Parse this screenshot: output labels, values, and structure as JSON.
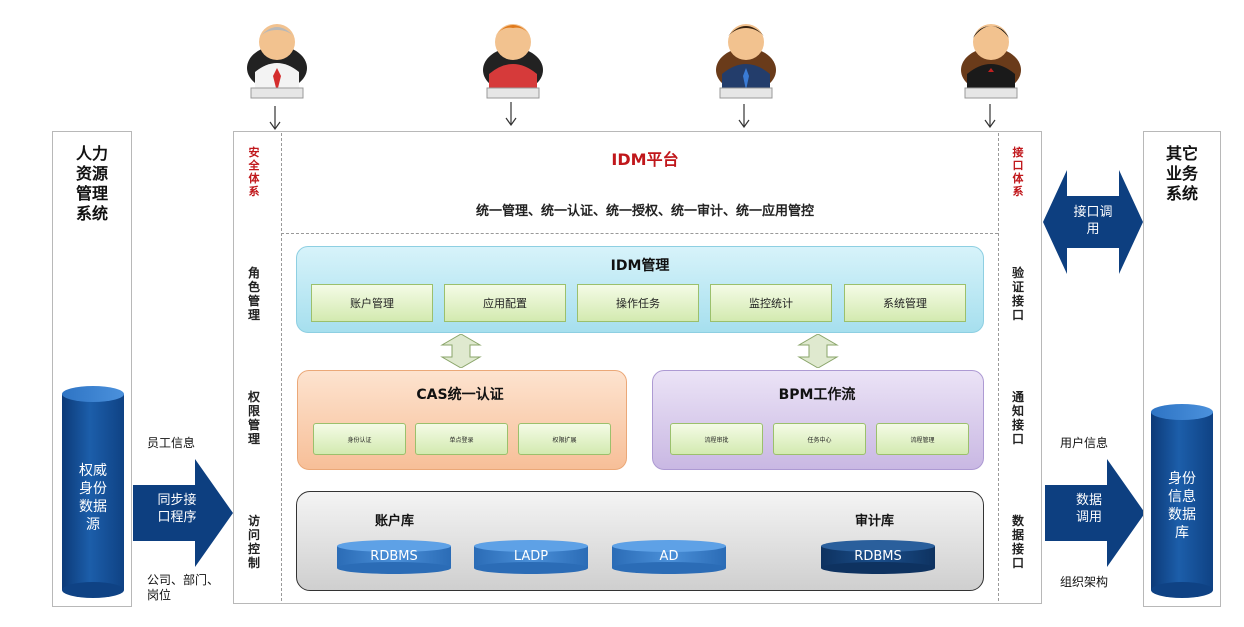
{
  "left_panel": {
    "title": [
      "人力",
      "资源",
      "管理",
      "系统"
    ],
    "cylinder_label": [
      "权威",
      "身份",
      "数据",
      "源"
    ]
  },
  "right_panel": {
    "title": [
      "其它",
      "业务",
      "系统"
    ],
    "cylinder_label": [
      "身份",
      "信息",
      "数据",
      "库"
    ]
  },
  "left_flow": {
    "top_label": "员工信息",
    "arrow_label": [
      "同步接",
      "口程序"
    ],
    "bottom_label": [
      "公司、部门、",
      "岗位"
    ]
  },
  "right_flow": {
    "interface_arrow": [
      "接口调",
      "用"
    ],
    "top_label": "用户信息",
    "arrow_label": [
      "数据",
      "调用"
    ],
    "bottom_label": "组织架构"
  },
  "platform": {
    "title": "IDM平台",
    "subtitle": "统一管理、统一认证、统一授权、统一审计、统一应用管控",
    "left_header": [
      "安",
      "全",
      "体",
      "系"
    ],
    "left_items": [
      [
        "角",
        "色",
        "管",
        "理"
      ],
      [
        "权",
        "限",
        "管",
        "理"
      ],
      [
        "访",
        "问",
        "控",
        "制"
      ]
    ],
    "right_header": [
      "接",
      "口",
      "体",
      "系"
    ],
    "right_items": [
      [
        "验",
        "证",
        "接",
        "口"
      ],
      [
        "通",
        "知",
        "接",
        "口"
      ],
      [
        "数",
        "据",
        "接",
        "口"
      ]
    ]
  },
  "idm": {
    "title": "IDM管理",
    "buttons": [
      "账户管理",
      "应用配置",
      "操作任务",
      "监控统计",
      "系统管理"
    ]
  },
  "cas": {
    "title": "CAS统一认证",
    "buttons": [
      "身份认证",
      "单点登录",
      "权限扩展"
    ]
  },
  "bpm": {
    "title": "BPM工作流",
    "buttons": [
      "流程审批",
      "任务中心",
      "流程管理"
    ]
  },
  "db": {
    "account_title": "账户库",
    "audit_title": "审计库",
    "stores": [
      "RDBMS",
      "LADP",
      "AD"
    ],
    "audit_store": "RDBMS"
  },
  "colors": {
    "accent_red": "#c0171b",
    "navy": "#0c3a78",
    "idm_bg": "#a6dfee",
    "cas_bg": "#f7bf98",
    "bpm_bg": "#c9b8e3"
  },
  "icons": [
    "user-avatar-icon",
    "down-arrow-icon",
    "double-arrow-icon",
    "right-arrow-icon",
    "database-cylinder-icon"
  ]
}
